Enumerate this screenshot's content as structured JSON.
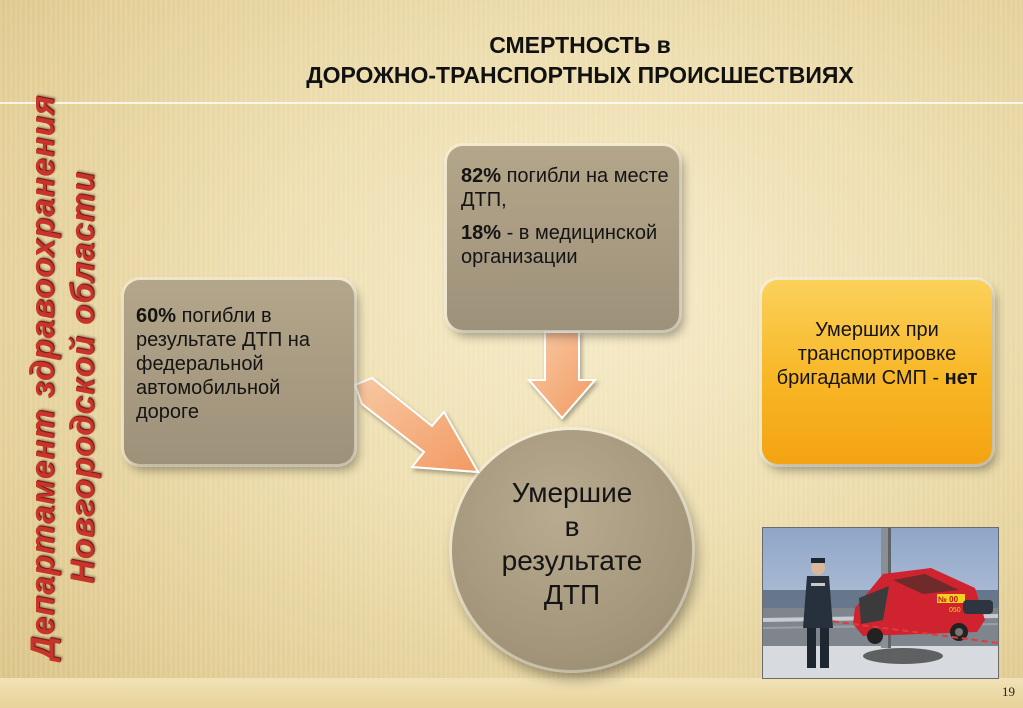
{
  "title": {
    "line1": "СМЕРТНОСТЬ в",
    "line2": "ДОРОЖНО-ТРАНСПОРТНЫХ ПРОИСШЕСТВИЯХ"
  },
  "sidebar": {
    "line1": "Департамент здравоохранения",
    "line2": "Новгородской области"
  },
  "box_left": {
    "percent": "60%",
    "text": " погибли в результате ДТП на федеральной автомобильной дороге"
  },
  "box_top": {
    "p1_percent": "82%",
    "p1_text": " погибли на месте ДТП,",
    "p2_percent": "18%",
    "p2_text": " - в медицинской организации"
  },
  "box_right": {
    "text": "Умерших при транспортировке бригадами СМП - ",
    "bold": "нет"
  },
  "center": {
    "line1": "Умершие",
    "line2": "в",
    "line3": "результате",
    "line4": "ДТП"
  },
  "photo": {
    "plate": "№ 00",
    "side_text": "050"
  },
  "page_number": "19",
  "colors": {
    "background": "#eedfb1",
    "box": "#a89b82",
    "highlight_box": "#f8b625",
    "arrow": "#f5b58a",
    "sidebar_text": "#c9342a"
  }
}
